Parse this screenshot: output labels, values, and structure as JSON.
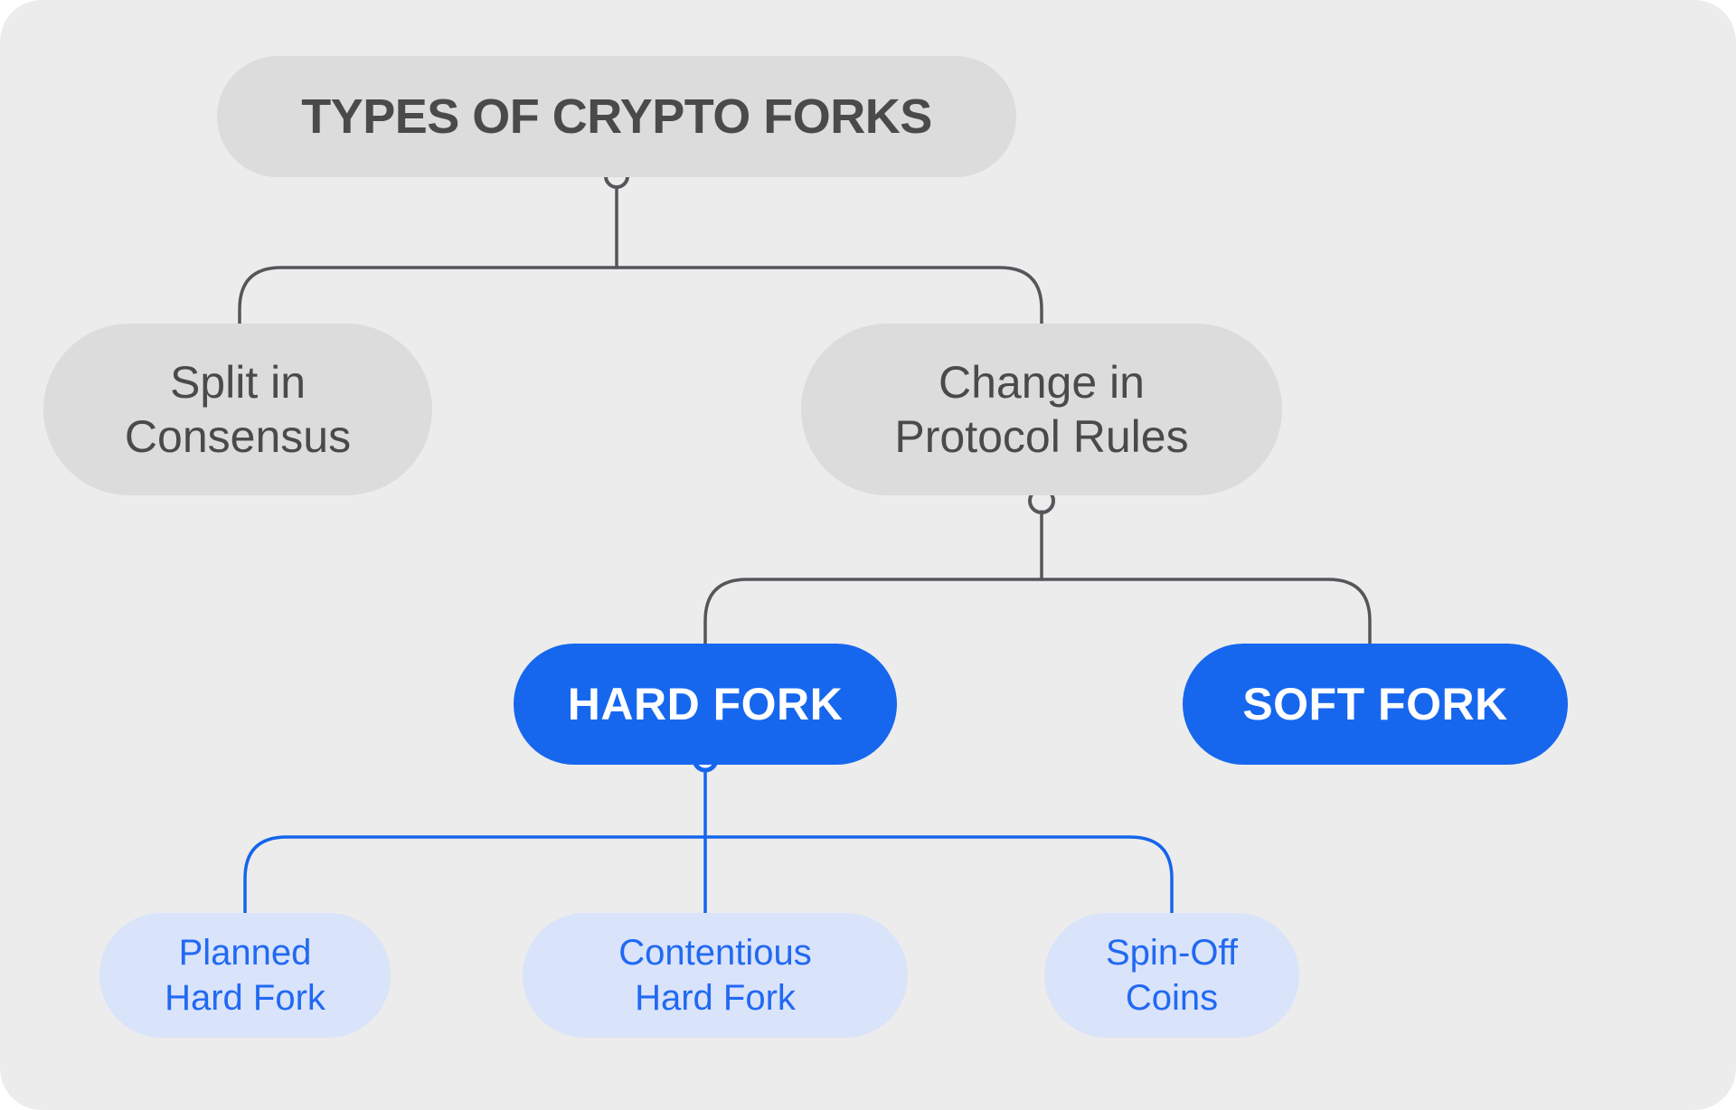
{
  "diagram": {
    "type": "tree",
    "title": "TYPES OF CRYPTO FORKS",
    "colors": {
      "card_background": "#ececec",
      "gray_node_fill": "#dcdcdc",
      "gray_text": "#4a4a4c",
      "gray_connector": "#55565a",
      "blue_node_fill": "#1667ee",
      "blue_node_text": "#ffffff",
      "light_blue_node_fill": "#d9e3fa",
      "light_blue_node_text": "#2169f2",
      "blue_connector": "#1465eb"
    },
    "nodes": {
      "root": {
        "label": "TYPES OF CRYPTO FORKS",
        "level": 0,
        "style": "gray"
      },
      "split_consensus": {
        "label": "Split in\nConsensus",
        "level": 1,
        "style": "gray"
      },
      "change_protocol": {
        "label": "Change in\nProtocol Rules",
        "level": 1,
        "style": "gray"
      },
      "hard_fork": {
        "label": "HARD FORK",
        "level": 2,
        "style": "blue"
      },
      "soft_fork": {
        "label": "SOFT FORK",
        "level": 2,
        "style": "blue"
      },
      "planned_hard_fork": {
        "label": "Planned\nHard Fork",
        "level": 3,
        "style": "light-blue"
      },
      "contentious_hard_fork": {
        "label": "Contentious\nHard Fork",
        "level": 3,
        "style": "light-blue"
      },
      "spin_off_coins": {
        "label": "Spin-Off\nCoins",
        "level": 3,
        "style": "light-blue"
      }
    },
    "edges": [
      {
        "from": "root",
        "to": "split_consensus"
      },
      {
        "from": "root",
        "to": "change_protocol"
      },
      {
        "from": "change_protocol",
        "to": "hard_fork"
      },
      {
        "from": "change_protocol",
        "to": "soft_fork"
      },
      {
        "from": "hard_fork",
        "to": "planned_hard_fork"
      },
      {
        "from": "hard_fork",
        "to": "contentious_hard_fork"
      },
      {
        "from": "hard_fork",
        "to": "spin_off_coins"
      }
    ]
  }
}
